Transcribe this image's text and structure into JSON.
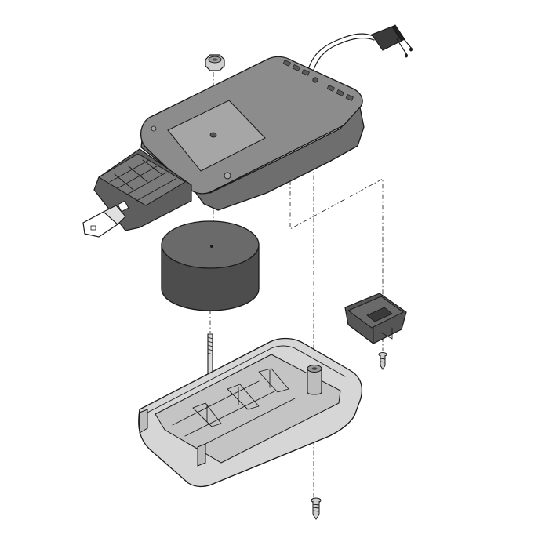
{
  "figure": {
    "kind": "exploded-assembly-illustration",
    "background": "#ffffff",
    "colors": {
      "outline": "#1a1a1a",
      "housing_top": "#8c8c8c",
      "housing_top_light": "#a6a6a6",
      "housing_side": "#6e6e6e",
      "cylinder_top": "#6a6a6a",
      "cylinder_side": "#4d4d4d",
      "clip_dark": "#555555",
      "tray_fill": "#d6d6d6",
      "tray_shadow": "#bdbdbd",
      "plug_fill": "#3a3a3a",
      "screw_fill": "#cfcfcf"
    },
    "parts": [
      {
        "id": "mains-plug",
        "icon": "plug-icon"
      },
      {
        "id": "control-housing",
        "icon": "housing-icon"
      },
      {
        "id": "hex-nut",
        "icon": "nut-icon"
      },
      {
        "id": "connector-block",
        "icon": "connector-icon"
      },
      {
        "id": "cylindrical-weight",
        "icon": "cylinder-icon"
      },
      {
        "id": "mounting-clip",
        "icon": "clip-icon"
      },
      {
        "id": "long-bolt",
        "icon": "bolt-icon"
      },
      {
        "id": "base-tray",
        "icon": "tray-icon"
      },
      {
        "id": "clip-screw",
        "icon": "screw-icon"
      },
      {
        "id": "bottom-screw",
        "icon": "screw-icon"
      }
    ]
  }
}
